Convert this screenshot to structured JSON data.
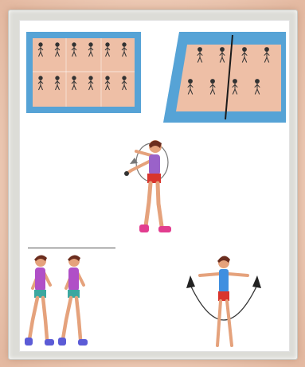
{
  "illustration": {
    "panels": [
      {
        "id": "court-left",
        "figures_per_row": 6,
        "rows": 2
      },
      {
        "id": "court-right",
        "figures_per_row": 4,
        "rows": 2
      },
      {
        "id": "arm-swing-exercise",
        "motion_indicator": "circular-arrow"
      },
      {
        "id": "walking-pair",
        "figures": 2
      },
      {
        "id": "arm-circle-exercise",
        "motion_indicator": "arc-with-arrows"
      }
    ]
  },
  "colors": {
    "court_fill": "#eebfa6",
    "court_border": "#56a3d6",
    "shirt": "#9a62c9",
    "shorts": "#d9352d",
    "skin": "#e5a27c",
    "hair": "#6b2d1e",
    "shoes": "#e23d8f"
  }
}
